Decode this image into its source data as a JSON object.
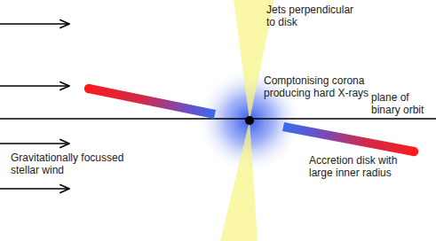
{
  "diagram": {
    "labels": [
      "Jets perpendicular to disk",
      "Comptonising corona producing hard X-rays",
      "plane of binary orbit",
      "Gravitationally focussed stellar wind",
      "Accretion disk with large inner radius"
    ]
  }
}
